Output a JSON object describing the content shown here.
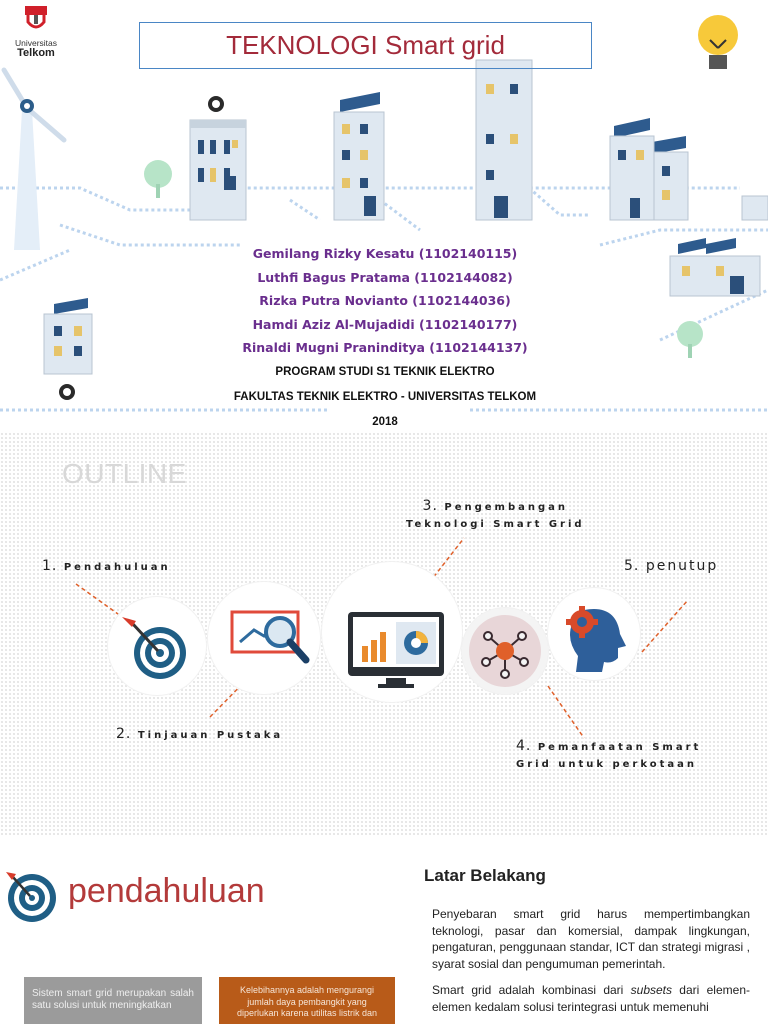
{
  "slide1": {
    "logo": {
      "line1": "Universitas",
      "line2": "Telkom"
    },
    "title": "TEKNOLOGI Smart grid",
    "members": [
      "Gemilang Rizky Kesatu (1102140115)",
      "Luthfi Bagus Pratama (1102144082)",
      "Rizka Putra Novianto (1102144036)",
      "Hamdi Aziz Al-Mujadidi (1102140177)",
      "Rinaldi Mugni Praninditya (1102144137)"
    ],
    "program": "PROGRAM STUDI S1 TEKNIK ELEKTRO",
    "faculty": "FAKULTAS TEKNIK ELEKTRO - UNIVERSITAS TELKOM",
    "year": "2018"
  },
  "slide2": {
    "title": "OUTLINE",
    "items": [
      {
        "num": "1.",
        "label": "Pendahuluan"
      },
      {
        "num": "2.",
        "label": "Tinjauan Pustaka"
      },
      {
        "num": "3.",
        "label": "Pengembangan",
        "label2": "Teknologi Smart Grid"
      },
      {
        "num": "4.",
        "label": "Pemanfaatan Smart",
        "label2": "Grid untuk perkotaan"
      },
      {
        "num": "5.",
        "label": "penutup"
      }
    ]
  },
  "slide3": {
    "title": "pendahuluan",
    "heading": "Latar Belakang",
    "para1_a": "Penyebaran smart grid harus mempertimbangkan teknologi, pasar dan komersial, dampak lingkungan, pengaturan, penggunaan standar, ICT dan strategi migrasi , syarat sosial dan pengumuman pemerintah.",
    "para2_a": "Smart grid adalah kombinasi dari ",
    "para2_em": "subsets",
    "para2_b": " dari elemen-elemen kedalam solusi terintegrasi untuk memenuhi",
    "gray_text": "Sistem smart grid merupakan salah satu solusi untuk meningkatkan",
    "orange_text": "Kelebihannya adalah mengurangi jumlah daya pembangkit yang diperlukan karena utilitas listrik dan"
  },
  "colors": {
    "title_red": "#a32a3a",
    "member_purple": "#6a2e8e",
    "accent_orange": "#e0602a",
    "target_blue": "#1f5e85"
  }
}
